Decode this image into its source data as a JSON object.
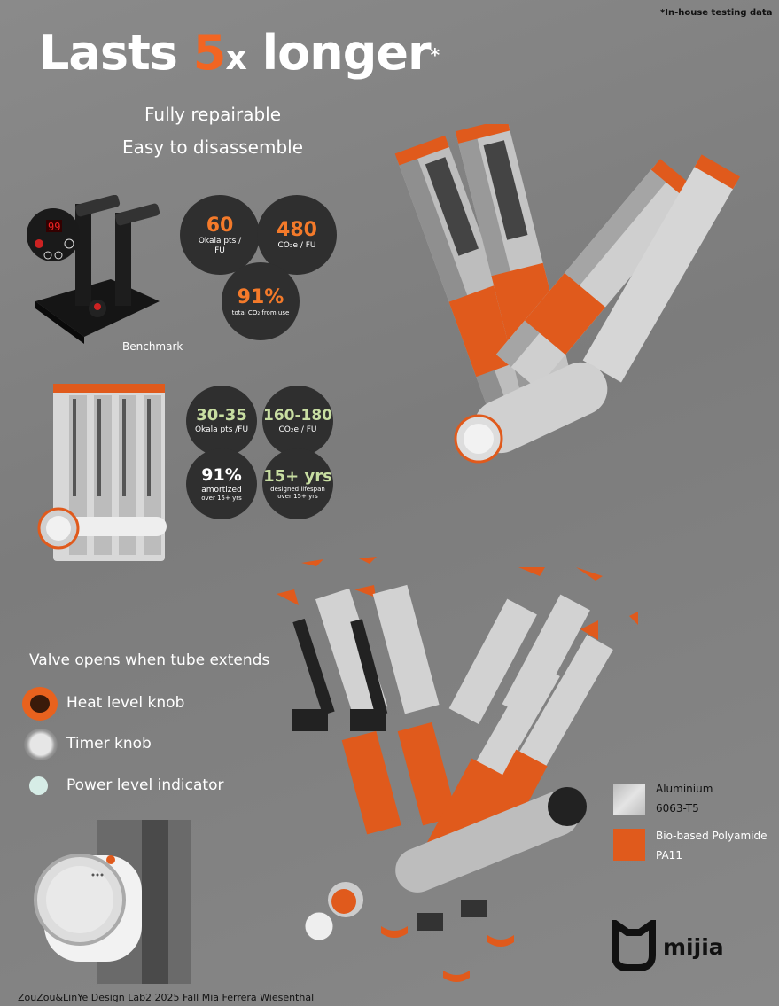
{
  "note": "*In-house testing data",
  "title": {
    "prefix": "Lasts ",
    "number": "5",
    "x": "x",
    "suffix": " longer",
    "star": "*"
  },
  "subtitle": [
    "Fully repairable",
    "Easy to disassemble"
  ],
  "benchmark": {
    "label": "Benchmark",
    "display": "99",
    "stats": [
      {
        "value": "60",
        "label": "Okala pts / FU"
      },
      {
        "value": "480",
        "label": "CO₂e / FU"
      },
      {
        "value": "91%",
        "label": "total CO₂ from use"
      }
    ]
  },
  "design": {
    "stats": [
      {
        "value": "30-35",
        "label": "Okala pts /FU"
      },
      {
        "value": "160-180",
        "label": "CO₂e / FU"
      },
      {
        "value": "91%",
        "label": "amortized",
        "label2": "over 15+ yrs"
      },
      {
        "value": "15+ yrs",
        "label": "designed lifespan",
        "label2": "over 15+ yrs"
      }
    ]
  },
  "features": {
    "heading": "Valve opens when tube extends",
    "items": [
      "Heat level knob",
      "Timer knob",
      "Power level indicator"
    ]
  },
  "materials": [
    {
      "name": "Aluminium",
      "spec": "6063-T5",
      "color": "#c9c9c9"
    },
    {
      "name": "Bio-based Polyamide",
      "spec": "PA11",
      "color": "#e05a1c"
    }
  ],
  "brand": "mijia",
  "footer": "ZouZou&LinYe  Design Lab2 2025 Fall Mia Ferrera Wiesenthal",
  "colors": {
    "accent": "#f26522",
    "green": "#c8dea2",
    "circle": "#2f2f2f"
  }
}
